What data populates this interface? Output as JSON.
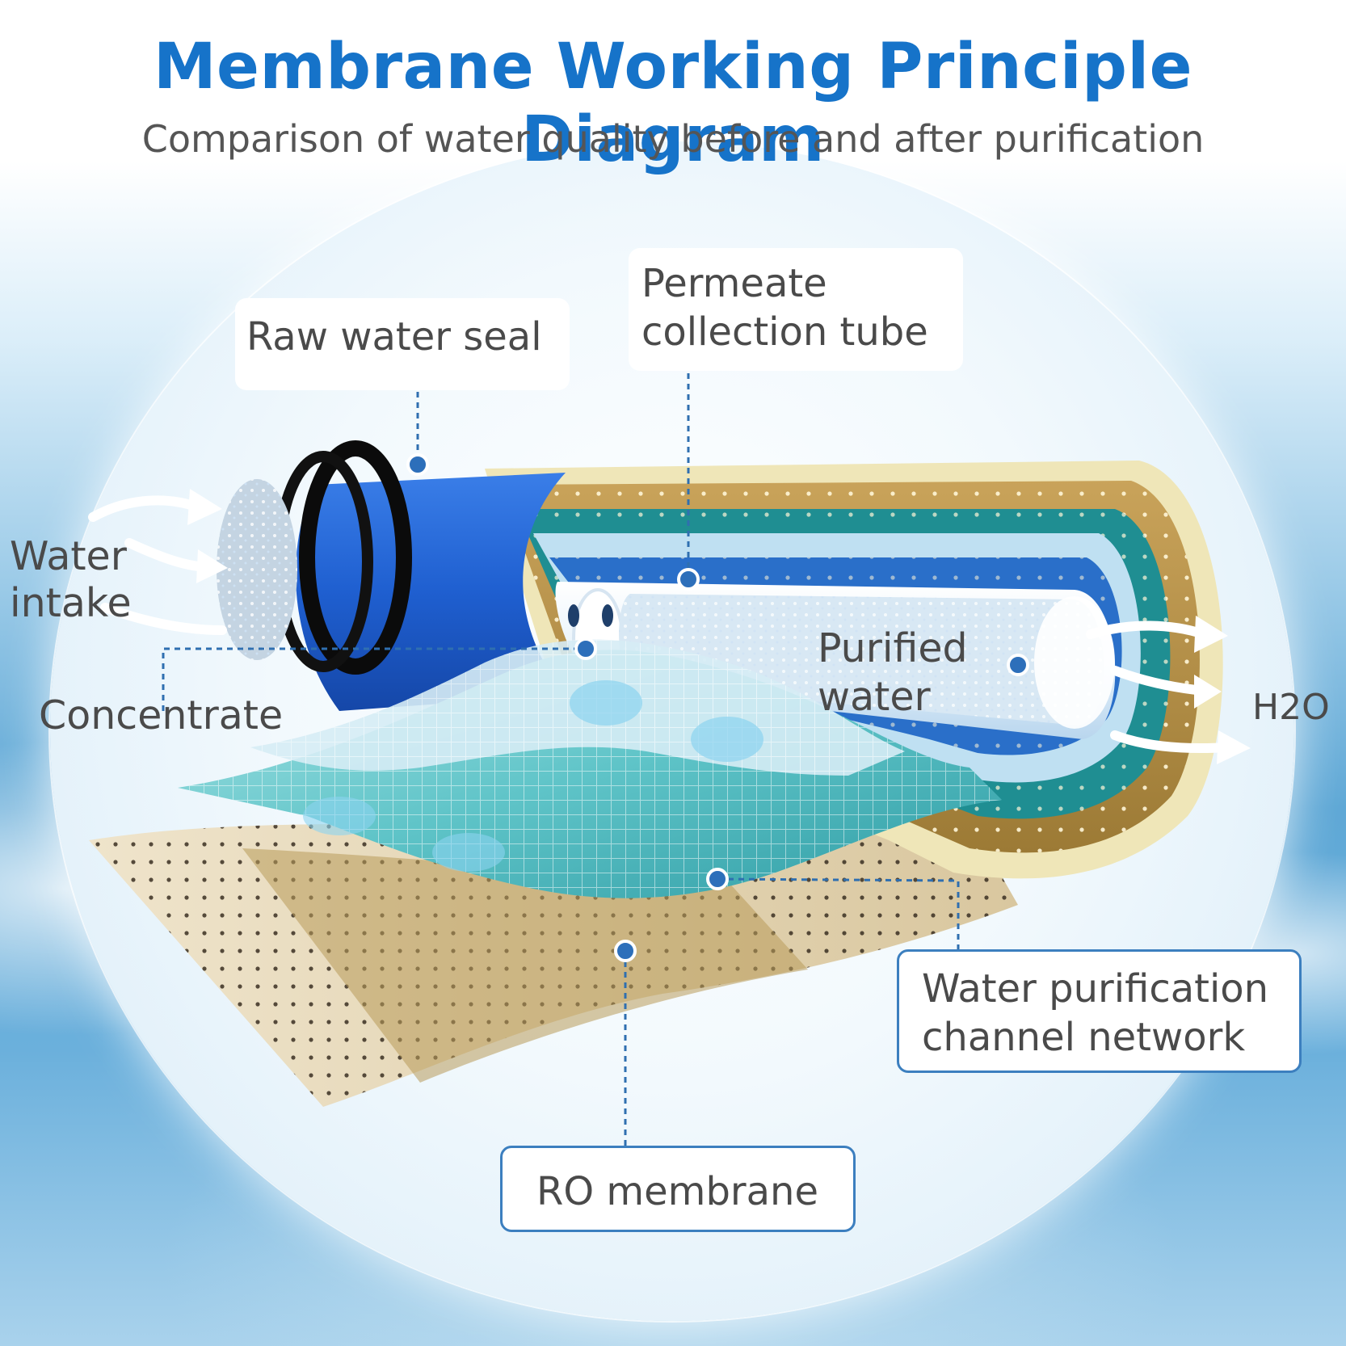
{
  "title": "Membrane Working Principle Diagram",
  "subtitle": "Comparison of water quality before and after purification",
  "labels": {
    "raw_water_seal": "Raw water seal",
    "permeate_line1": "Permeate",
    "permeate_line2": "collection tube",
    "water_intake_line1": "Water",
    "water_intake_line2": "intake",
    "concentrate": "Concentrate",
    "purified_line1": "Purified",
    "purified_line2": "water",
    "h2o": "H2O",
    "channel_line1": "Water purification",
    "channel_line2": "channel network",
    "ro_membrane": "RO membrane"
  },
  "colors": {
    "title": "#1673c9",
    "callout_line": "#2f6fb0",
    "cartridge_blue": "#1f5fd0",
    "membrane_teal": "#5fc4c8",
    "paper_tan": "#e8dcc0"
  }
}
